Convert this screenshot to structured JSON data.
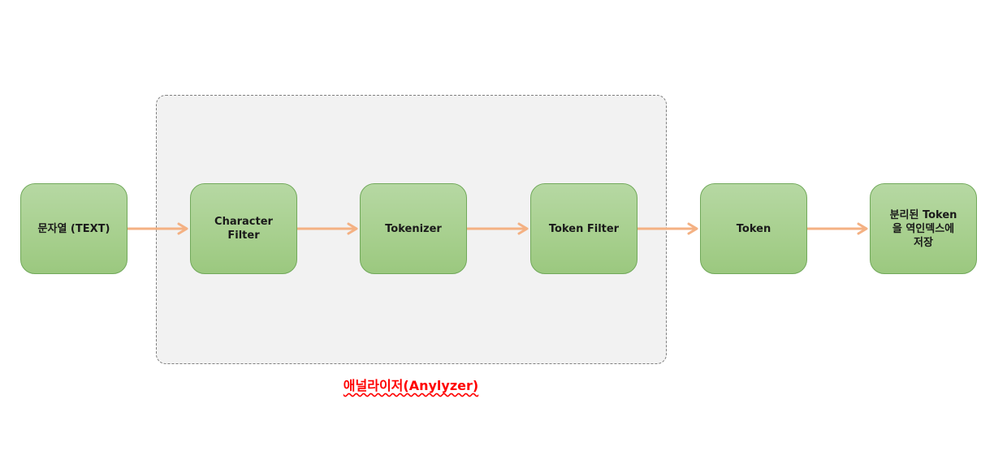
{
  "diagram": {
    "group_label": "애널라이저(Anylyzer)",
    "nodes": [
      {
        "id": "text",
        "label": "문자열 (TEXT)"
      },
      {
        "id": "char-filter",
        "label": "Character\nFilter"
      },
      {
        "id": "tokenizer",
        "label": "Tokenizer"
      },
      {
        "id": "token-filter",
        "label": "Token Filter"
      },
      {
        "id": "token",
        "label": "Token"
      },
      {
        "id": "stored",
        "label": "분리된 Token\n을 역인덱스에\n저장"
      }
    ],
    "edges": [
      {
        "from": "text",
        "to": "char-filter"
      },
      {
        "from": "char-filter",
        "to": "tokenizer"
      },
      {
        "from": "tokenizer",
        "to": "token-filter"
      },
      {
        "from": "token-filter",
        "to": "token"
      },
      {
        "from": "token",
        "to": "stored"
      }
    ],
    "colors": {
      "node_fill": "#a8d08f",
      "node_border": "#71a95a",
      "arrow": "#f4b183",
      "group_fill": "#f2f2f2",
      "group_label": "#ff0000"
    }
  }
}
